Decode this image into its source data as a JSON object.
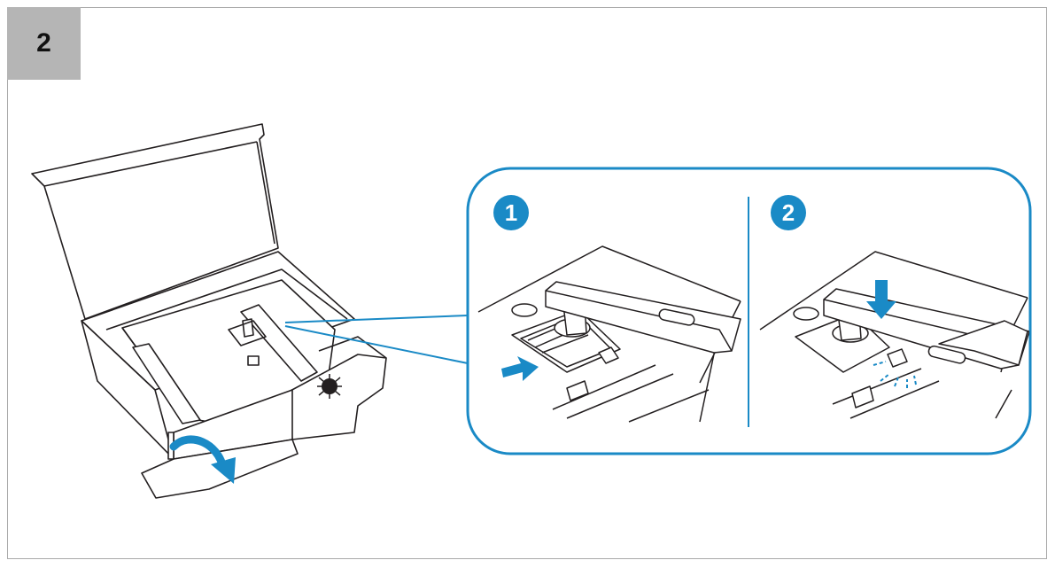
{
  "step": {
    "number": "2"
  },
  "detail_panel": {
    "substeps": [
      {
        "number": "1"
      },
      {
        "number": "2"
      }
    ]
  },
  "colors": {
    "accent": "#1a8ac6",
    "frame_border": "#a9a9a9",
    "badge_background": "#b5b5b5",
    "line_art": "#231f20"
  },
  "icons": {
    "box_flap_arrow": "curved-arrow-icon",
    "substep1_arrow": "arrow-right-icon",
    "substep2_arrow": "arrow-down-icon"
  }
}
